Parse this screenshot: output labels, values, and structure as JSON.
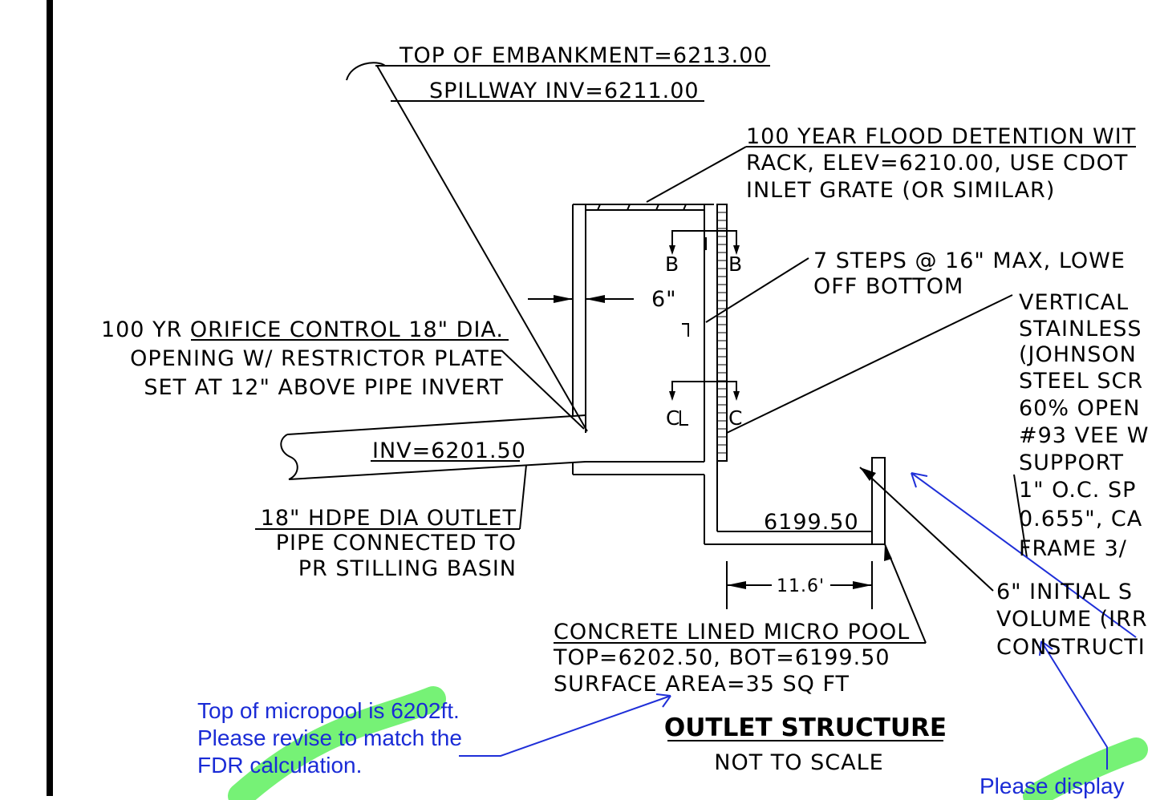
{
  "drawing": {
    "labels": {
      "top_embankment": "TOP OF EMBANKMENT=6213.00",
      "spillway_inv": "SPILLWAY INV=6211.00",
      "flood_detention_line1": "100 YEAR FLOOD DETENTION WIT",
      "flood_detention_line2": "RACK, ELEV=6210.00, USE CDOT",
      "flood_detention_line3": "INLET GRATE (OR SIMILAR)",
      "steps_line1": "7 STEPS @ 16\" MAX, LOWE",
      "steps_line2": "OFF BOTTOM",
      "section_b_left": "B",
      "section_b_right": "B",
      "section_c_left": "C",
      "section_c_right": "C",
      "wall_thickness": "6\"",
      "orifice_line1": "100 YR ORIFICE CONTROL 18\" DIA.",
      "orifice_line2": "OPENING W/ RESTRICTOR PLATE",
      "orifice_line3": "SET AT 12\" ABOVE PIPE INVERT",
      "inv": "INV=6201.50",
      "pipe_line1": "18\" HDPE DIA OUTLET",
      "pipe_line2": "PIPE CONNECTED TO",
      "pipe_line3": "PR STILLING BASIN",
      "pool_bottom_elev": "6199.50",
      "pool_width": "11.6'",
      "micropool_line1": "CONCRETE LINED MICRO POOL",
      "micropool_line2": "TOP=6202.50, BOT=6199.50",
      "micropool_line3": "SURFACE AREA=35 SQ FT",
      "screen_lines": [
        "VERTICAL",
        "STAINLESS",
        "(JOHNSON",
        "STEEL SCR",
        "60% OPEN",
        "#93 VEE W",
        "SUPPORT",
        "1\" O.C. SP",
        "0.655\", CA",
        "FRAME 3/"
      ],
      "surcharge_line1": "6\" INITIAL S",
      "surcharge_line2": "VOLUME (IRR",
      "surcharge_line3": "CONSTRUCTI"
    },
    "title": "OUTLET STRUCTURE",
    "subtitle": "NOT TO SCALE"
  },
  "comments": {
    "left": "Top of micropool is 6202ft. Please revise to match the FDR calculation.",
    "right": "Please display"
  },
  "colors": {
    "line": "#000000",
    "comment_text": "#1a2bd6",
    "comment_arrow": "#1f2fd8",
    "highlight": "#5ef05e"
  }
}
